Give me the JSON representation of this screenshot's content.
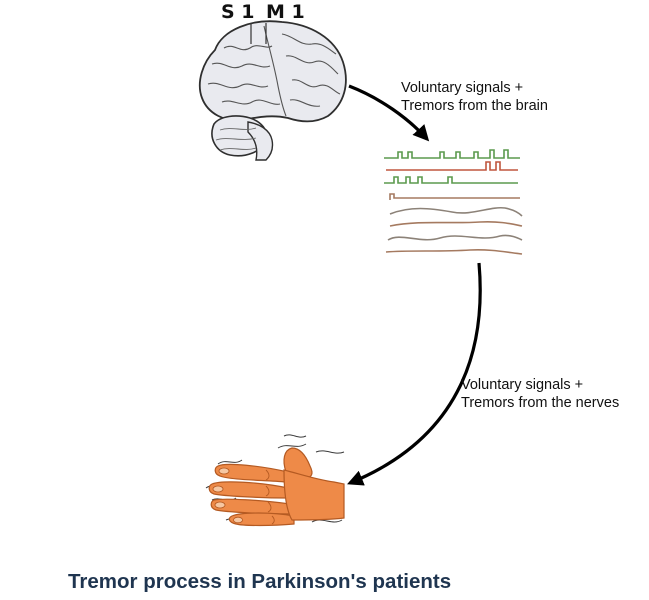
{
  "brain": {
    "label_s1": "S 1",
    "label_m1": "M 1"
  },
  "arrows": {
    "brain_to_signals": {
      "line1": "Voluntary signals +",
      "line2": "Tremors from the brain"
    },
    "signals_to_hand": {
      "line1": "Voluntary signals +",
      "line2": "Tremors from the nerves"
    }
  },
  "caption": "Tremor process in Parkinson's patients",
  "colors": {
    "skin": "#ee8a48",
    "skin_dark": "#b45a22",
    "brain_fill": "#e9eaef",
    "arrow": "#000000",
    "caption": "#1f3550",
    "trace_green": "#5c9a4e",
    "trace_yellow": "#d6b94c",
    "trace_red": "#c0563e",
    "trace_brown": "#a57a60",
    "trace_gray": "#8c8278"
  }
}
